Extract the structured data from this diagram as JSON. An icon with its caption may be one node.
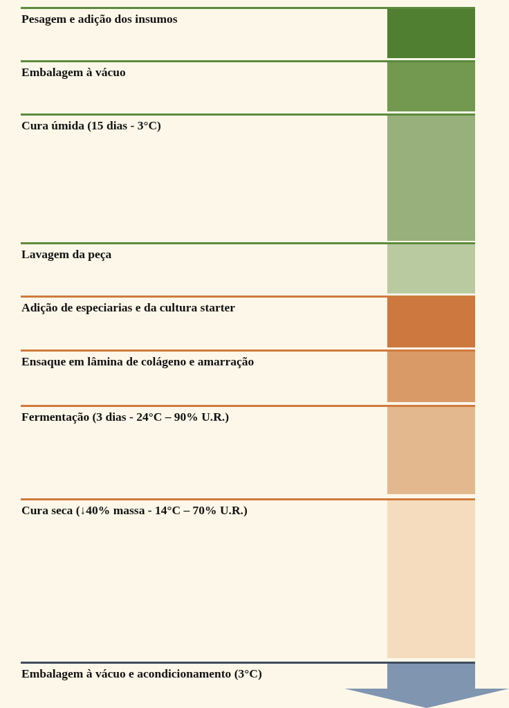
{
  "diagram": {
    "nodes": [
      {
        "text": [
          "Pesagem e adição dos insumos"
        ]
      },
      {
        "text": [
          "Embalagem à vácuo"
        ]
      },
      {
        "text": [
          "Cura úmida (15 dias - 3°C)"
        ]
      },
      {
        "text": [
          "Lavagem da peça"
        ]
      },
      {
        "text": [
          "Adição de especiarias e da cultura starter"
        ]
      },
      {
        "text": [
          "Ensaque em lâmina de colágeno e amarração"
        ]
      },
      {
        "text": [
          "Fermentação (3 dias - 24°C – 90% U.R.)"
        ]
      },
      {
        "text": [
          "Cura seca (↓40% massa - 14°C – 70% U.R.)"
        ]
      },
      {
        "text": [
          "Embalagem à vácuo e acondicionamento (3°C)"
        ]
      }
    ]
  }
}
